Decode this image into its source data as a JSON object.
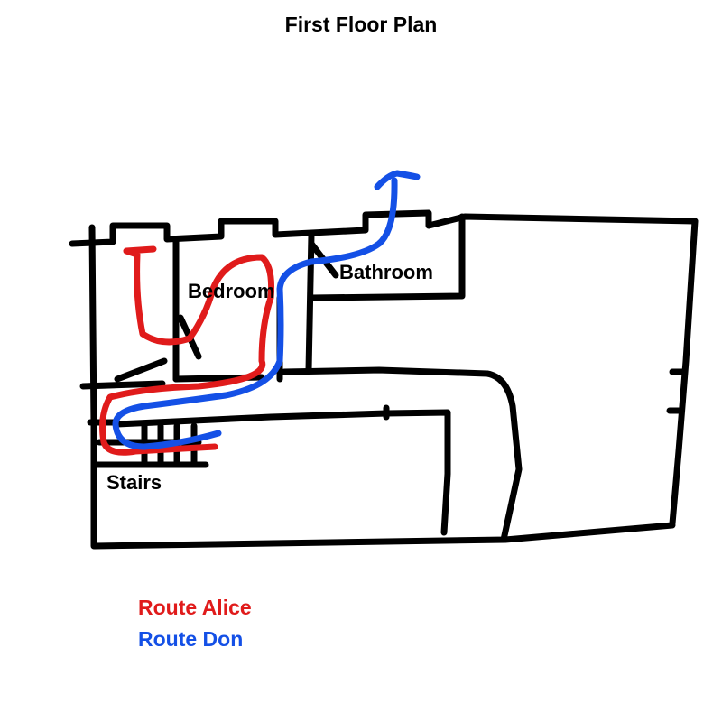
{
  "title": "First Floor Plan",
  "rooms": {
    "bedroom": "Bedroom",
    "bathroom": "Bathroom",
    "stairs": "Stairs"
  },
  "legend": {
    "alice": "Route Alice",
    "don": "Route Don"
  },
  "colors": {
    "alice": "#e01b1b",
    "don": "#1450e6",
    "wall": "#000000"
  }
}
